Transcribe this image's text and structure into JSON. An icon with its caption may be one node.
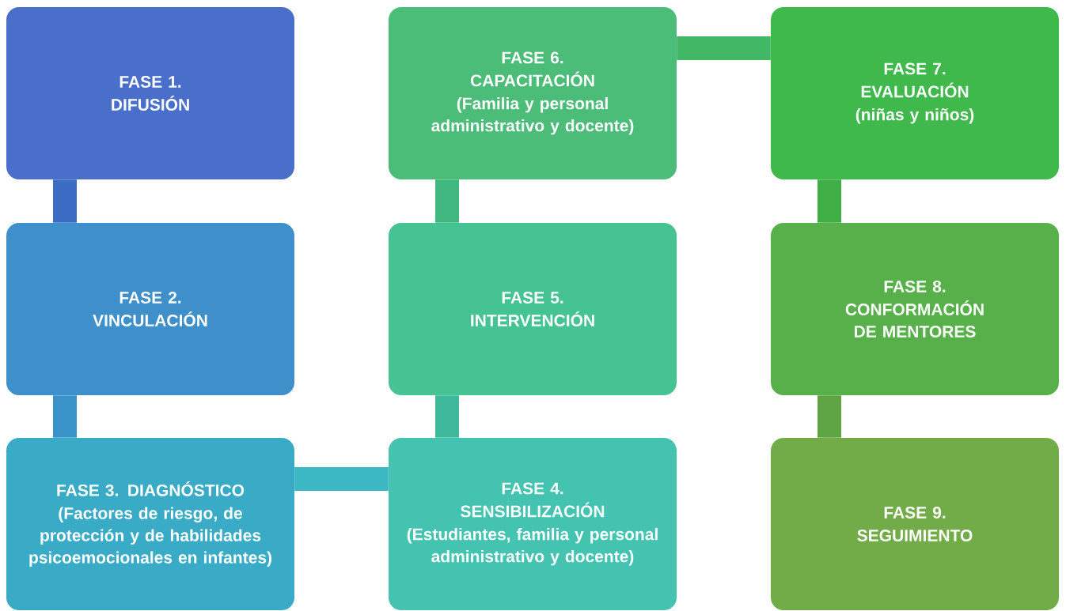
{
  "diagram": {
    "nodes": [
      {
        "text": [
          "FASE 1.",
          "DIFUSIÓN"
        ]
      },
      {
        "text": [
          "FASE 2.",
          "VINCULACIÓN"
        ]
      },
      {
        "text": [
          "FASE 3. DIAGNÓSTICO",
          "(Factores de riesgo, de protección y de habilidades psicoemocionales en infantes)"
        ]
      },
      {
        "text": [
          "FASE 4.",
          "SENSIBILIZACIÓN",
          "(Estudiantes, familia y personal administrativo y docente)"
        ]
      },
      {
        "text": [
          "FASE 5.",
          "INTERVENCIÓN"
        ]
      },
      {
        "text": [
          "FASE 6.",
          "CAPACITACIÓN",
          "(Familia y personal administrativo y docente)"
        ]
      },
      {
        "text": [
          "FASE 7.",
          "EVALUACIÓN",
          "(niñas y niños)"
        ]
      },
      {
        "text": [
          "FASE 8.",
          "CONFORMACIÓN DE MENTORES"
        ]
      },
      {
        "text": [
          "FASE 9.",
          "SEGUIMIENTO"
        ]
      }
    ],
    "edges": [
      {
        "from": 0,
        "to": 1,
        "arrow": "none",
        "color": "#3b6cc4"
      },
      {
        "from": 1,
        "to": 2,
        "arrow": "none",
        "color": "#3a93c8"
      },
      {
        "from": 2,
        "to": 3,
        "arrow": "none",
        "color": "#3bb8c4"
      },
      {
        "from": 3,
        "to": 4,
        "arrow": "none",
        "color": "#3fb99c"
      },
      {
        "from": 4,
        "to": 5,
        "arrow": "none",
        "color": "#40b77f"
      },
      {
        "from": 5,
        "to": 6,
        "arrow": "none",
        "color": "#40b865"
      },
      {
        "from": 6,
        "to": 7,
        "arrow": "none",
        "color": "#3fae45"
      },
      {
        "from": 7,
        "to": 8,
        "arrow": "none",
        "color": "#5ea444"
      }
    ]
  }
}
